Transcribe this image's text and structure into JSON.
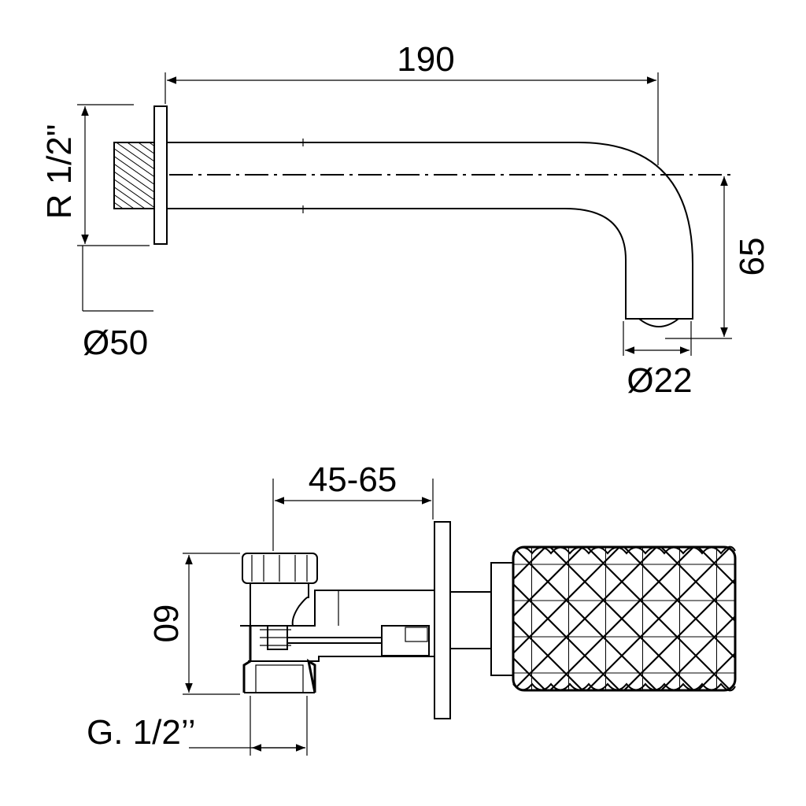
{
  "spout": {
    "length_label": "190",
    "thread_label": "R 1/2\"",
    "plate_diameter_label": "Ø50",
    "drop_label": "65",
    "outlet_diameter_label": "Ø22"
  },
  "valve": {
    "depth_range_label": "45-65",
    "height_label": "60",
    "connection_label": "G. 1/2’’"
  },
  "colors": {
    "line": "#000000",
    "background": "#ffffff"
  }
}
